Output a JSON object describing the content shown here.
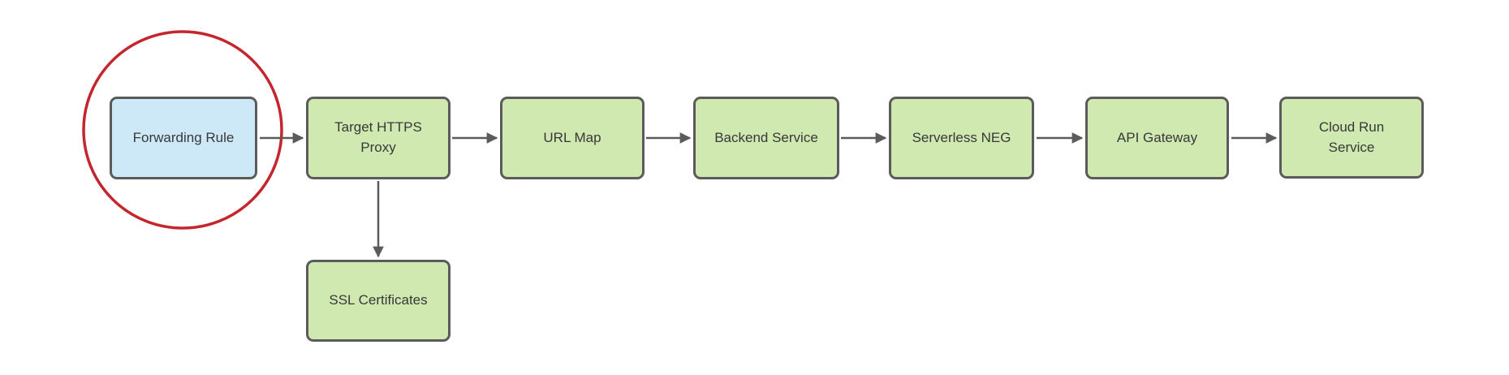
{
  "diagram": {
    "nodes": [
      {
        "id": "forwarding-rule",
        "label": "Forwarding Rule",
        "shape": "rounded-rect",
        "fill": "#cde9f8"
      },
      {
        "id": "target-https-proxy",
        "label": "Target HTTPS Proxy",
        "shape": "rounded-rect",
        "fill": "#cfe9b1"
      },
      {
        "id": "url-map",
        "label": "URL Map",
        "shape": "rounded-rect",
        "fill": "#cfe9b1"
      },
      {
        "id": "backend-service",
        "label": "Backend Service",
        "shape": "rounded-rect",
        "fill": "#cfe9b1"
      },
      {
        "id": "serverless-neg",
        "label": "Serverless NEG",
        "shape": "rounded-rect",
        "fill": "#cfe9b1"
      },
      {
        "id": "api-gateway",
        "label": "API Gateway",
        "shape": "rounded-rect",
        "fill": "#cfe9b1"
      },
      {
        "id": "cloud-run-service",
        "label": "Cloud Run Service",
        "shape": "rounded-rect",
        "fill": "#cfe9b1"
      },
      {
        "id": "ssl-certificates",
        "label": "SSL Certificates",
        "shape": "rounded-rect",
        "fill": "#cfe9b1"
      }
    ],
    "edges": [
      {
        "from": "forwarding-rule",
        "to": "target-https-proxy",
        "style": "arrow"
      },
      {
        "from": "target-https-proxy",
        "to": "url-map",
        "style": "arrow"
      },
      {
        "from": "url-map",
        "to": "backend-service",
        "style": "arrow"
      },
      {
        "from": "backend-service",
        "to": "serverless-neg",
        "style": "arrow"
      },
      {
        "from": "serverless-neg",
        "to": "api-gateway",
        "style": "arrow"
      },
      {
        "from": "api-gateway",
        "to": "cloud-run-service",
        "style": "arrow"
      },
      {
        "from": "target-https-proxy",
        "to": "ssl-certificates",
        "style": "arrow"
      }
    ],
    "annotation": {
      "shape": "ellipse",
      "around": "forwarding-rule",
      "color": "#c4262e"
    },
    "colors": {
      "green_fill": "#cfe9b1",
      "blue_fill": "#cde9f8",
      "border": "#5b5b5b",
      "arrow": "#5b5b5b",
      "highlight_red": "#c4262e",
      "text": "#383838",
      "background": "#ffffff"
    }
  }
}
